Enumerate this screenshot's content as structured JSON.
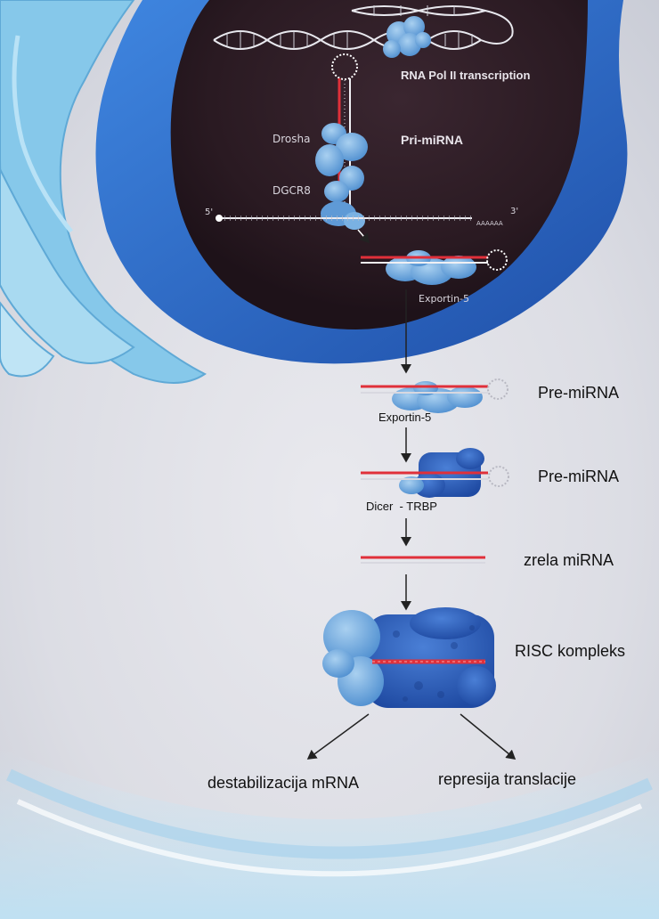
{
  "labels": {
    "rna_pol_ii_transcription": "RNA Pol II transcription",
    "pri_mirna": "Pri-miRNA",
    "drosha": "Drosha",
    "dgcr8": "DGCR8",
    "five_prime": "5'",
    "three_prime": "3'",
    "poly_a": "AAAAAA",
    "exportin_5_nucleus": "Exportin-5",
    "pre_mirna_1": "Pre-miRNA",
    "exportin_5": "Exportin-5",
    "pre_mirna_2": "Pre-miRNA",
    "dicer_trbp": "Dicer  - TRBP",
    "zrela_mirna": "zrela miRNA",
    "risc_kompleks": "RISC kompleks",
    "destabilizacija_mrna": "destabilizacija mRNA",
    "represija_translacije": "represija translacije"
  },
  "colors": {
    "nucleus_dark": "#2a1a22",
    "nucleus_blue": "#2f6fc9",
    "protein_light": "#6aa6dc",
    "protein_dark": "#2b5fb8",
    "rna_red": "#e0303a",
    "membrane_cyan": "#7fc4e6",
    "arrow": "#222222"
  }
}
